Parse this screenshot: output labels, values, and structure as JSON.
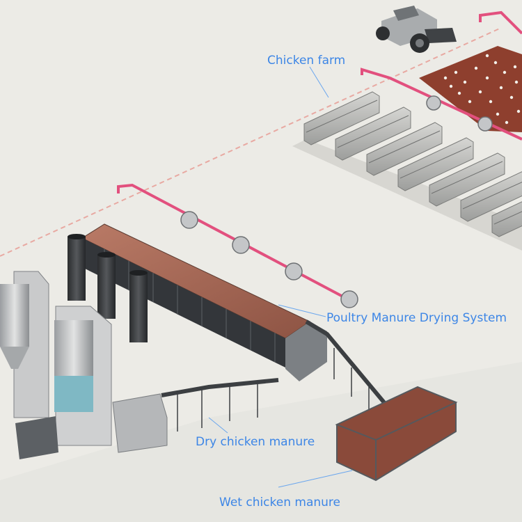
{
  "labels": {
    "chicken_farm": "Chicken farm",
    "drying_system": "Poultry Manure Drying System",
    "dry_manure": "Dry chicken manure",
    "wet_manure": "Wet chicken manure"
  },
  "colors": {
    "ground": "#ecebe6",
    "label": "#3d86e6",
    "leader_line": "#6aa6ee",
    "pipe": "#e2507e",
    "manure_wet": "#8a4a3a",
    "manure_bed": "#a9695a",
    "steel": "#8e9296",
    "dark_steel": "#3a3d40"
  }
}
